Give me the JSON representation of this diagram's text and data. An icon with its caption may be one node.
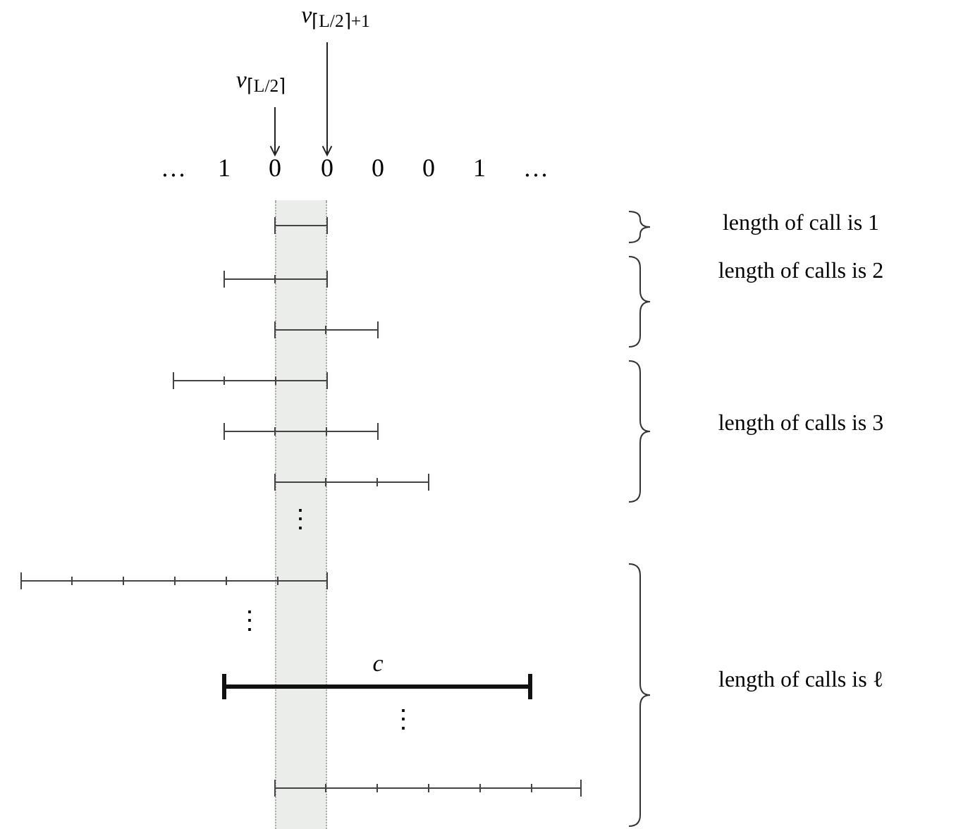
{
  "diagram": {
    "nodes": [
      {
        "text": [
          "*v*$_{⌈L/2⌉+1}$"
        ]
      },
      {
        "text": [
          "*v*$_{⌈L/2⌉}$"
        ]
      },
      {
        "text": [
          "0"
        ]
      },
      {
        "text": [
          "0"
        ]
      }
    ],
    "edges": [
      {
        "from": 0,
        "to": 3,
        "arrow": "to"
      },
      {
        "from": 1,
        "to": 2,
        "arrow": "to"
      }
    ],
    "labels": [
      "…",
      "1",
      "0",
      "0",
      "1",
      "…",
      "length of call is 1",
      "length of calls is 2",
      "length of calls is 3",
      "⋮",
      "⋮",
      "c",
      "length of calls is ℓ",
      "⋮"
    ]
  }
}
